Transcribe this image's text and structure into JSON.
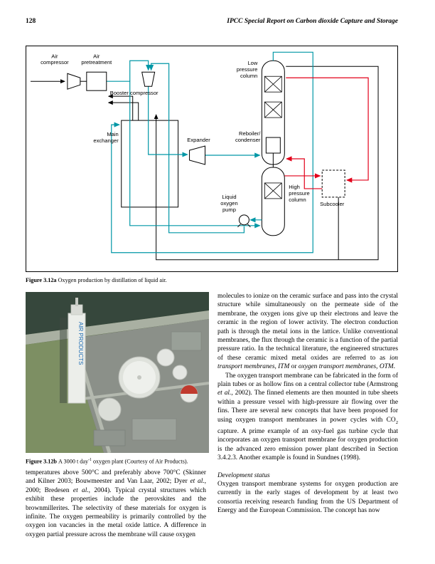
{
  "page": {
    "number": "128",
    "running_title": "IPCC Special Report on Carbon dioxide Capture and Storage"
  },
  "colors": {
    "stream_teal": "#0097a6",
    "stream_red": "#e2001a",
    "stream_black": "#000000"
  },
  "figure_a": {
    "caption": [
      {
        "t": "Figure 3.12a ",
        "b": true
      },
      {
        "t": "Oxygen production by distillation of liquid air."
      }
    ],
    "labels": {
      "air_compressor": [
        "Air",
        "compressor"
      ],
      "air_pretreatment": [
        "Air",
        "pretreatment"
      ],
      "booster_compressor": [
        "Booster compressor"
      ],
      "main_exchanger": [
        "Main",
        "exchanger"
      ],
      "expander": [
        "Expander"
      ],
      "low_pressure_column": [
        "Low",
        "pressure",
        "column"
      ],
      "reboiler_condenser": [
        "Reboiler/",
        "condenser"
      ],
      "high_pressure_column": [
        "High",
        "pressure",
        "column"
      ],
      "liquid_oxygen_pump": [
        "Liquid",
        "oxygen",
        "pump"
      ],
      "subcooler": [
        "Subcooler"
      ]
    }
  },
  "figure_b": {
    "caption": [
      {
        "t": "Figure 3.12b ",
        "b": true
      },
      {
        "t": "A 3000 t day"
      },
      {
        "t": "-1",
        "sup": true
      },
      {
        "t": " oxygen plant (Courtesy of Air Products)."
      }
    ],
    "tower_text": "AIR PRODUCTS"
  },
  "left_column": {
    "p1": [
      {
        "t": "temperatures above 500°C and preferably above 700°C (Skinner and Kilner 2003; Bouwmeester and Van Laar, 2002; Dyer "
      },
      {
        "t": "et al.",
        "i": true
      },
      {
        "t": ", 2000; Bredesen "
      },
      {
        "t": "et al.",
        "i": true
      },
      {
        "t": ", 2004). Typical crystal structures which exhibit these properties include the perovskites and the brownmillerites. The selectivity of these materials for oxygen is infinite. The oxygen permeability is primarily controlled by the oxygen ion vacancies in the metal oxide lattice. A difference in oxygen partial pressure across the membrane will cause oxygen"
      }
    ]
  },
  "right_column": {
    "p1": [
      {
        "t": "molecules to ionize on the ceramic surface and pass into the crystal structure while simultaneously on the permeate side of the membrane, the oxygen ions give up their electrons and leave the ceramic in the region of lower activity. The electron conduction path is through the metal ions in the lattice. Unlike conventional membranes, the flux through the ceramic is a function of the partial pressure ratio. In the technical literature, the engineered structures of these ceramic mixed metal oxides are referred to as "
      },
      {
        "t": "ion transport membranes, ITM",
        "i": true
      },
      {
        "t": " or "
      },
      {
        "t": "oxygen transport membranes, OTM",
        "i": true
      },
      {
        "t": "."
      }
    ],
    "p2": [
      {
        "t": "The oxygen transport membrane can be fabricated in the form of plain tubes or as hollow fins on a central collector tube (Armstrong "
      },
      {
        "t": "et al.",
        "i": true
      },
      {
        "t": ", 2002). The finned elements are then mounted in tube sheets within a pressure vessel with high-pressure air flowing over the fins. There are several new concepts that have been proposed for using oxygen transport membranes in power cycles with CO"
      },
      {
        "t": "2",
        "sub": true
      },
      {
        "t": " capture. A prime example of an oxy-fuel gas turbine cycle that incorporates an oxygen transport membrane for oxygen production is the advanced zero emission power plant described in Section 3.4.2.3. Another example is found in Sundnes (1998)."
      }
    ],
    "heading": "Development status",
    "p3": "Oxygen transport membrane systems for oxygen production are currently in the early stages of development by at least two consortia receiving research funding from the US Department of Energy and the European Commission. The concept has now"
  }
}
